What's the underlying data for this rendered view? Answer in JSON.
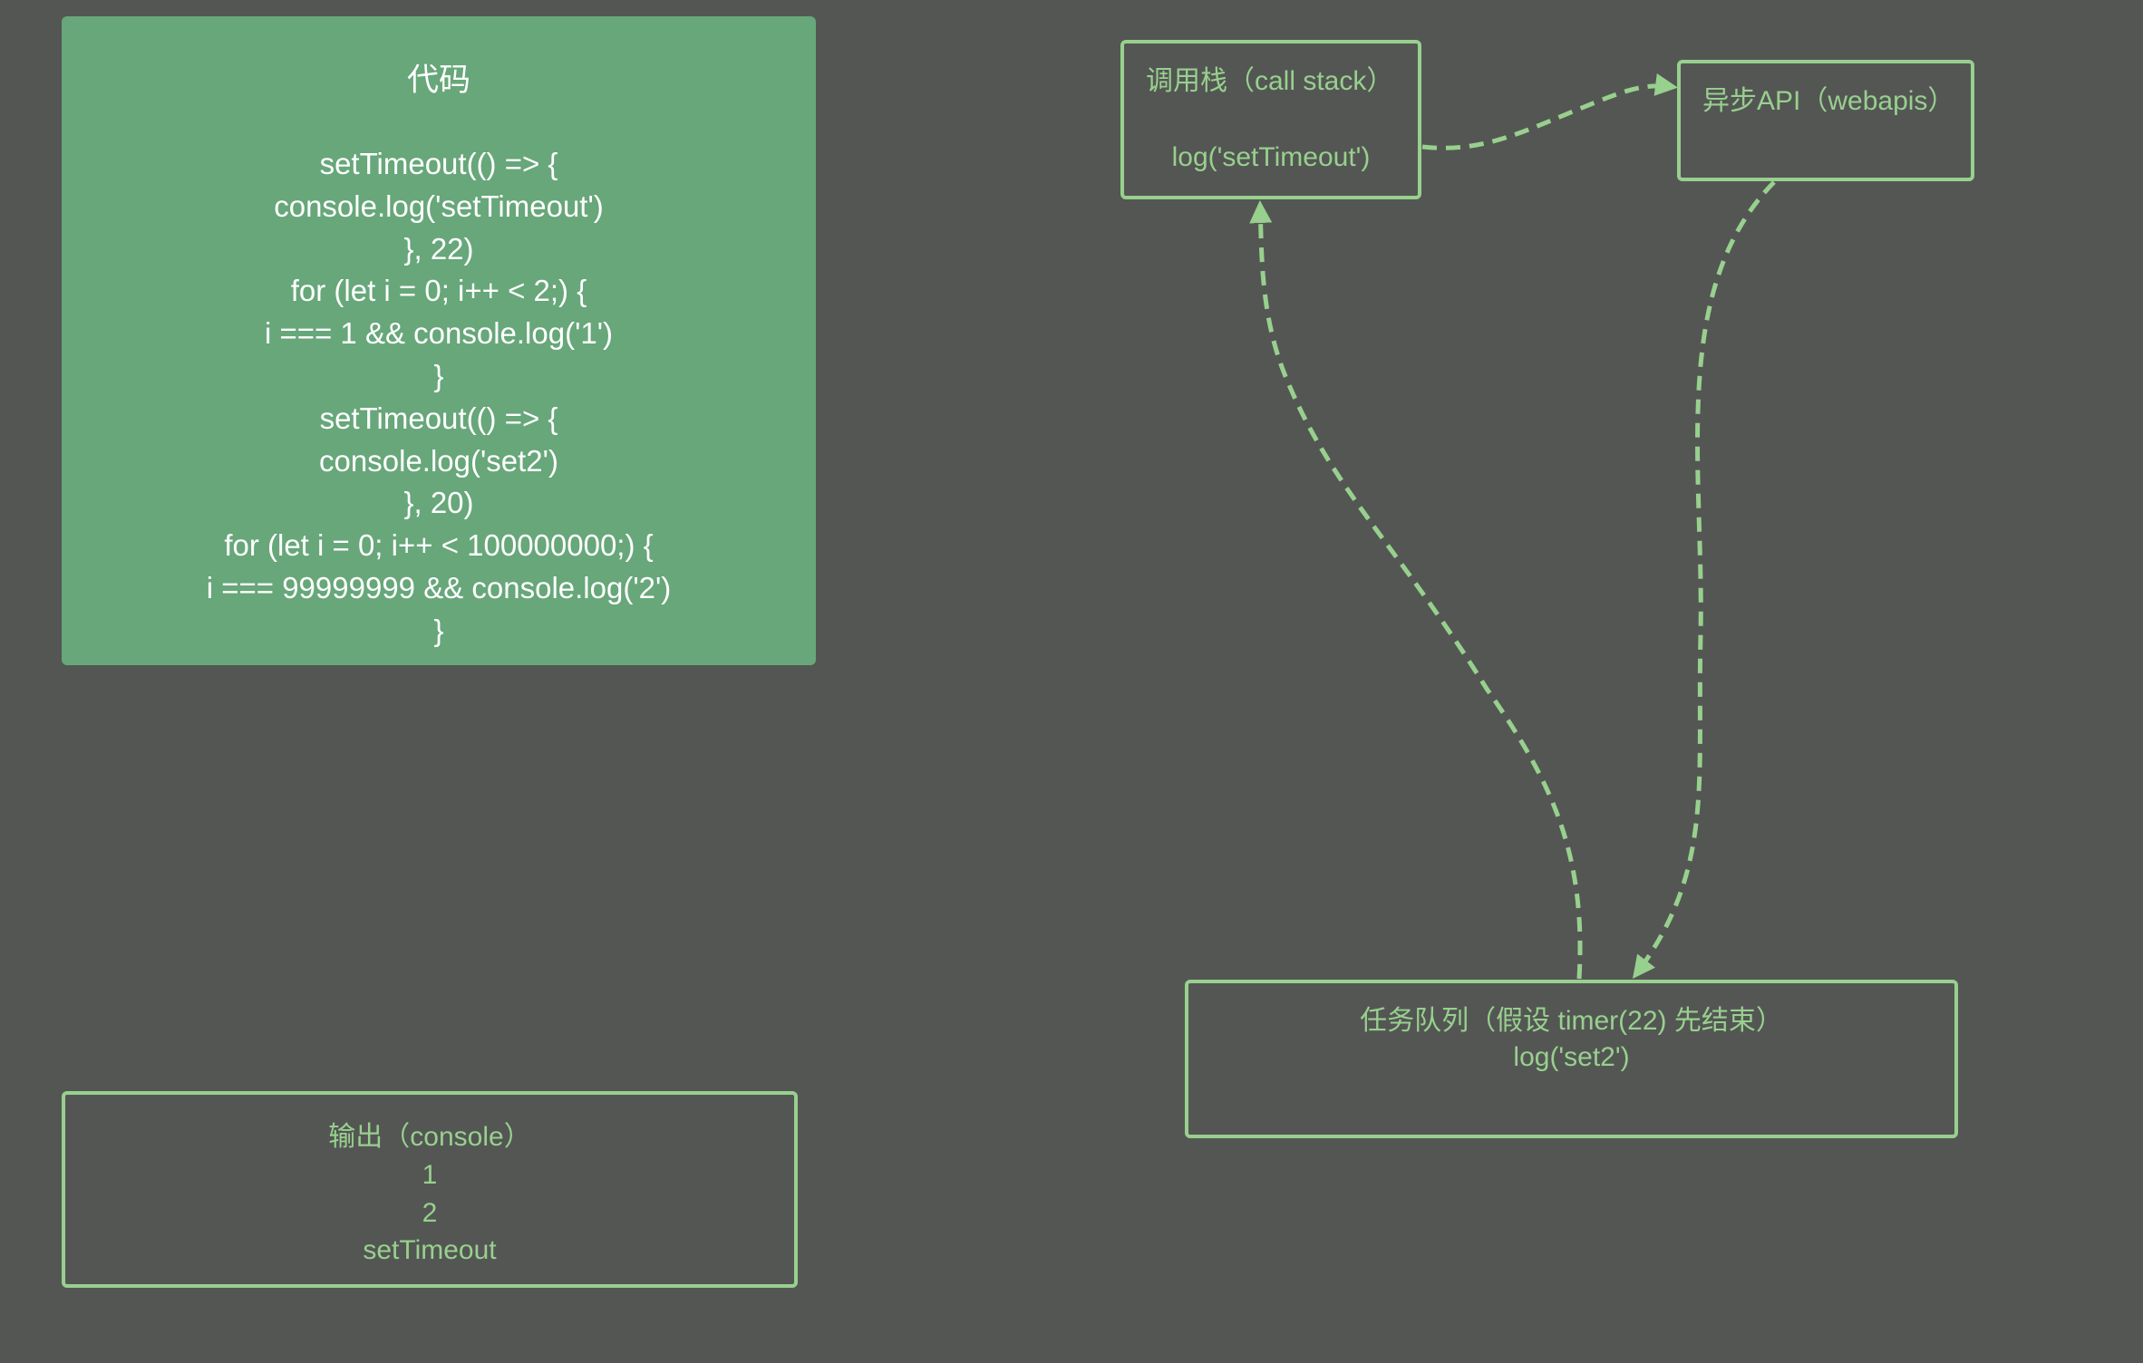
{
  "code_panel": {
    "title": "代码",
    "lines": [
      "setTimeout(() => {",
      "console.log('setTimeout')",
      "}, 22)",
      "for (let i = 0; i++ < 2;) {",
      "i === 1 && console.log('1')",
      "}",
      "setTimeout(() => {",
      "console.log('set2')",
      "}, 20)",
      "for (let i = 0; i++ < 100000000;) {",
      "i === 99999999 && console.log('2')",
      "}"
    ]
  },
  "call_stack": {
    "title": "调用栈（call stack）",
    "item": "log('setTimeout')"
  },
  "web_apis": {
    "title": "异步API（webapis）"
  },
  "task_queue": {
    "title": "任务队列（假设 timer(22) 先结束）",
    "item": "log('set2')"
  },
  "console_panel": {
    "title": "输出（console）",
    "lines": [
      "1",
      "2",
      "setTimeout"
    ]
  },
  "colors": {
    "background": "#545654",
    "code_fill": "#67a77a",
    "accent": "#98d08e",
    "code_text": "#ffffff"
  },
  "connectors": [
    {
      "from": "call-stack",
      "to": "web-apis",
      "style": "dashed-arrow"
    },
    {
      "from": "web-apis",
      "to": "task-queue",
      "style": "dashed-arrow"
    },
    {
      "from": "task-queue",
      "to": "call-stack",
      "style": "dashed-arrow"
    }
  ]
}
